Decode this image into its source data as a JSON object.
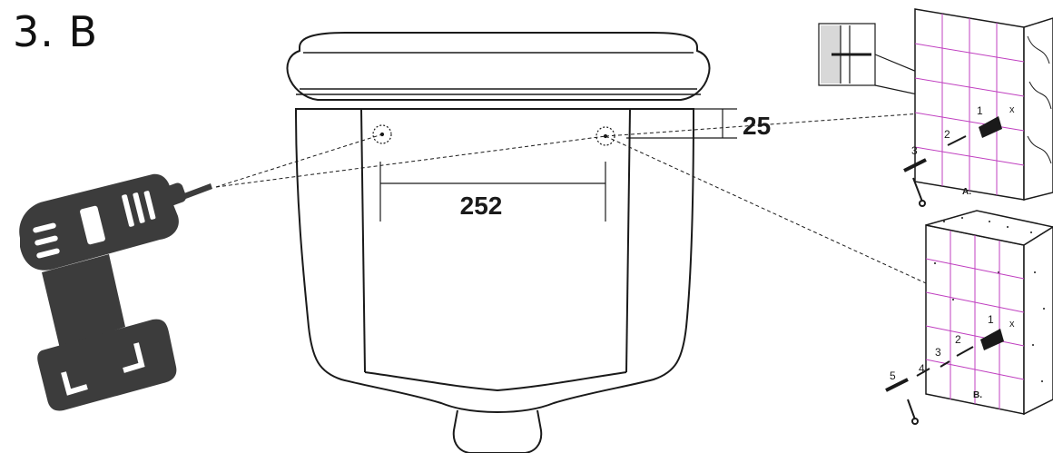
{
  "step": {
    "title": "3. B"
  },
  "dimensions": {
    "hole_spacing": "252",
    "hole_offset": "25"
  },
  "panel_a": {
    "label": "A.",
    "steps": [
      "1",
      "2",
      "3"
    ]
  },
  "panel_b": {
    "label": "B.",
    "steps": [
      "1",
      "2",
      "3",
      "4",
      "5"
    ]
  },
  "colors": {
    "line": "#1a1a1a",
    "drill": "#3c3c3c",
    "grid": "#c040c0"
  },
  "icons": [
    "drill-icon",
    "wall-plug-icon",
    "screw-icon",
    "wrench-icon"
  ]
}
